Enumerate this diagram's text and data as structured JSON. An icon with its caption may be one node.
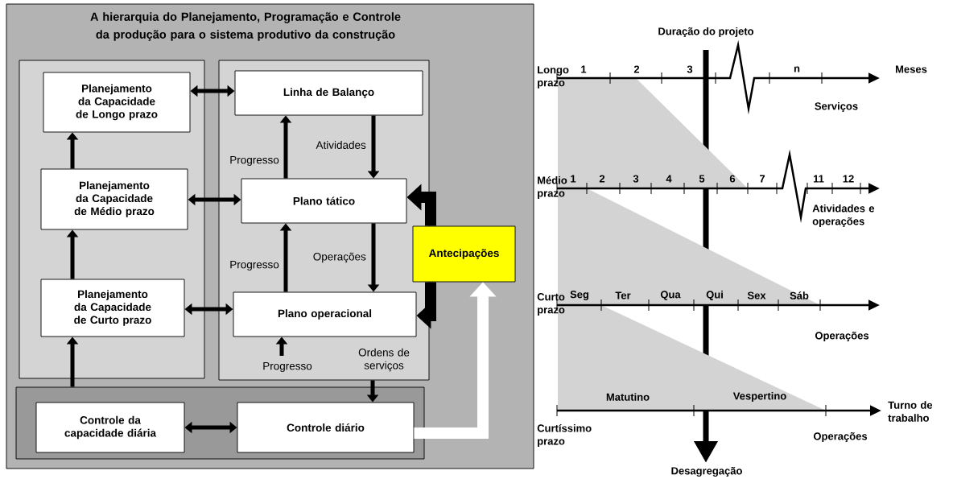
{
  "diagram": {
    "nodes": [
      {
        "text": [
          "A hierarquia do Planejamento, Programação e Controle da produção para o sistema produtivo da construção"
        ]
      },
      {
        "text": [],
        "shape": "box",
        "in": 0
      },
      {
        "text": [
          "Planejamento da Capacidade de Longo prazo"
        ],
        "in": 1
      },
      {
        "text": [
          "Planejamento da Capacidade de Médio prazo"
        ],
        "in": 1
      },
      {
        "text": [
          "Planejamento da Capacidade de Curto prazo"
        ],
        "in": 1
      },
      {
        "text": [],
        "shape": "box",
        "in": 0
      },
      {
        "text": [
          "Linha de Balanço"
        ],
        "in": 5
      },
      {
        "text": [
          "Plano tático"
        ],
        "in": 5
      },
      {
        "text": [
          "Plano operacional"
        ],
        "in": 5
      },
      {
        "text": [
          "Antecipações"
        ],
        "in": 0
      },
      {
        "text": [],
        "shape": "box",
        "in": 0
      },
      {
        "text": [
          "Controle da capacidade diária"
        ],
        "in": 10
      },
      {
        "text": [
          "Controle diário"
        ],
        "in": 10
      }
    ],
    "edges": [
      {
        "from": 2,
        "to": 6,
        "arrow": "both"
      },
      {
        "from": 3,
        "to": 7,
        "arrow": "both"
      },
      {
        "from": 4,
        "to": 8,
        "arrow": "both"
      },
      {
        "from": 11,
        "to": 12,
        "arrow": "both"
      },
      {
        "from": 3,
        "to": 2,
        "arrow": "to"
      },
      {
        "from": 4,
        "to": 3,
        "arrow": "to"
      },
      {
        "from": 10,
        "to": 4,
        "arrow": "to"
      },
      {
        "from": 7,
        "to": 6,
        "arrow": "to",
        "label": "Progresso"
      },
      {
        "from": 6,
        "to": 7,
        "arrow": "to",
        "label": "Atividades"
      },
      {
        "from": 8,
        "to": 7,
        "arrow": "to",
        "label": "Progresso"
      },
      {
        "from": 7,
        "to": 8,
        "arrow": "to",
        "label": "Operações"
      },
      {
        "from": null,
        "to": 8,
        "arrow": "to",
        "label": "Progresso"
      },
      {
        "from": 5,
        "to": 12,
        "arrow": "to",
        "label": "Ordens de serviços"
      },
      {
        "from": 9,
        "to": 7,
        "arrow": "to",
        "style": "thick"
      },
      {
        "from": 9,
        "to": 8,
        "arrow": "to",
        "style": "thick"
      },
      {
        "from": 12,
        "to": 9,
        "arrow": "to",
        "style": "thick",
        "color": "#ffffff"
      }
    ],
    "labels": [
      "Duração do projeto",
      "Longo prazo",
      "1",
      "2",
      "3",
      "n",
      "Meses",
      "Serviços",
      "Médio prazo",
      "1",
      "2",
      "3",
      "4",
      "5",
      "6",
      "7",
      "11",
      "12",
      "Atividades e operações",
      "Curto prazo",
      "Seg",
      "Ter",
      "Qua",
      "Qui",
      "Sex",
      "Sáb",
      "Operações",
      "Matutino",
      "Vespertino",
      "Curtíssimo prazo",
      "Turno de trabalho",
      "Operações",
      "Desagregação"
    ]
  }
}
